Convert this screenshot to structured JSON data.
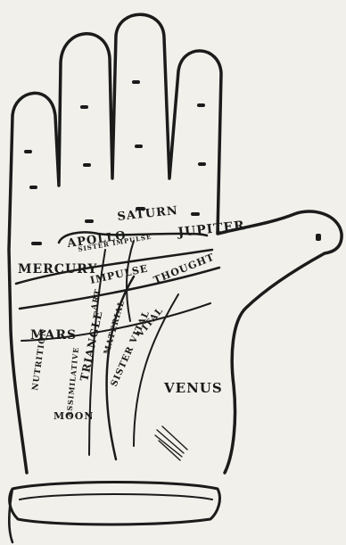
{
  "figure": {
    "finger_labels": {
      "mercury": "MERCURY",
      "apollo": "APOLLO",
      "saturn": "SATURN",
      "jupiter": "JUPITER"
    },
    "mount_labels": {
      "mars": "MARS",
      "venus": "VENUS",
      "moon": "MOON"
    },
    "line_labels": {
      "sister_impulse": "SISTER IMPULSE",
      "impulse": "IMPULSE",
      "thought": "THOUGHT",
      "vital": "VITAL",
      "sister_vital": "SISTER VITAL",
      "material": "MATERIAL",
      "art": "ART",
      "triangle": "TRIANGLE",
      "assimilative": "ASSIMILATIVE",
      "nutrition": "NUTRITION"
    }
  }
}
